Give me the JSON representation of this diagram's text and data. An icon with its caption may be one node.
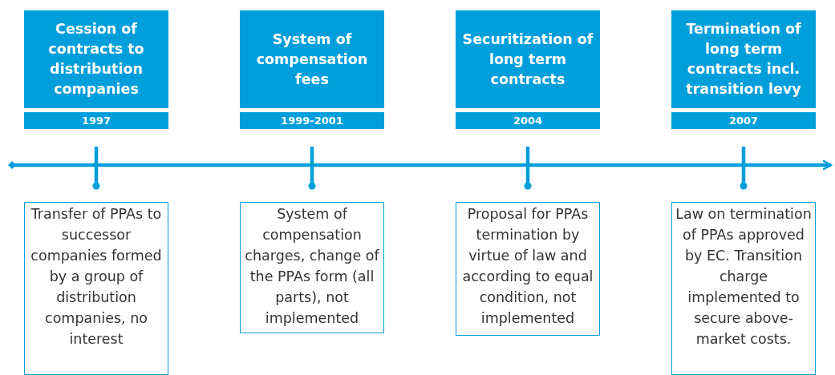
{
  "diagram": {
    "nodes": [
      {
        "text": [
          "Cession of contracts to distribution companies"
        ]
      },
      {
        "text": [
          "System of compensation fees"
        ]
      },
      {
        "text": [
          "Securitization of long term contracts"
        ]
      },
      {
        "text": [
          "Termination of long term contracts incl. transition levy"
        ]
      },
      {
        "text": [
          "1997"
        ]
      },
      {
        "text": [
          "1999-2001"
        ]
      },
      {
        "text": [
          "2004"
        ]
      },
      {
        "text": [
          "2007"
        ]
      },
      {
        "text": [
          "Transfer of PPAs to successor companies formed by a group of distribution companies, no interest"
        ]
      },
      {
        "text": [
          "System of compensation charges, change of the PPAs form (all parts), not implemented"
        ]
      },
      {
        "text": [
          "Proposal for PPAs termination by virtue of law and according to equal condition, not implemented"
        ]
      },
      {
        "text": [
          "Law on termination of PPAs approved by EC. Transition charge implemented to secure above-market costs."
        ]
      }
    ],
    "edges": [
      {
        "from": 4,
        "to": 8,
        "arrow": "other"
      },
      {
        "from": 5,
        "to": 9,
        "arrow": "other"
      },
      {
        "from": 6,
        "to": 10,
        "arrow": "other"
      },
      {
        "from": 7,
        "to": 11,
        "arrow": "other"
      }
    ]
  }
}
